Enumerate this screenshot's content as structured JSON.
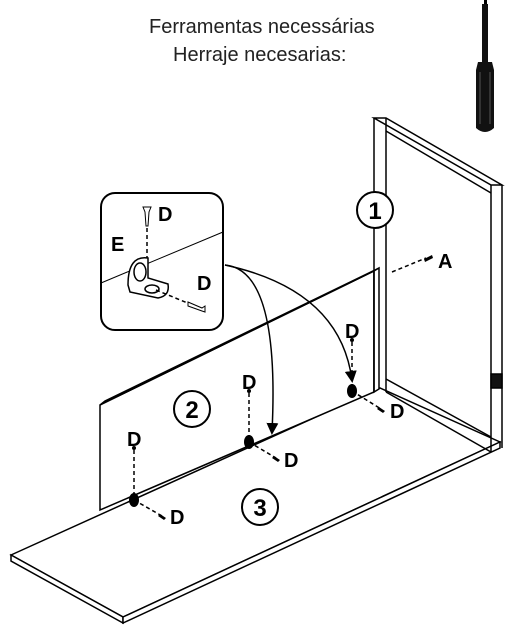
{
  "header": {
    "tools_line_1": "Ferramentas necessárias",
    "tools_line_2": "Herraje necesarias:"
  },
  "tool": {
    "icon": "screwdriver-icon"
  },
  "panels": [
    {
      "number": "1",
      "name": "side-panel"
    },
    {
      "number": "2",
      "name": "back-panel"
    },
    {
      "number": "3",
      "name": "bottom-panel"
    }
  ],
  "hardware": {
    "A": "A",
    "D": "D",
    "E": "E"
  },
  "detail": {
    "bracket_label": "E",
    "screw_label_top": "D",
    "screw_label_side": "D"
  },
  "colors": {
    "line": "#000000",
    "background": "#ffffff",
    "tool_body": "#222222"
  }
}
